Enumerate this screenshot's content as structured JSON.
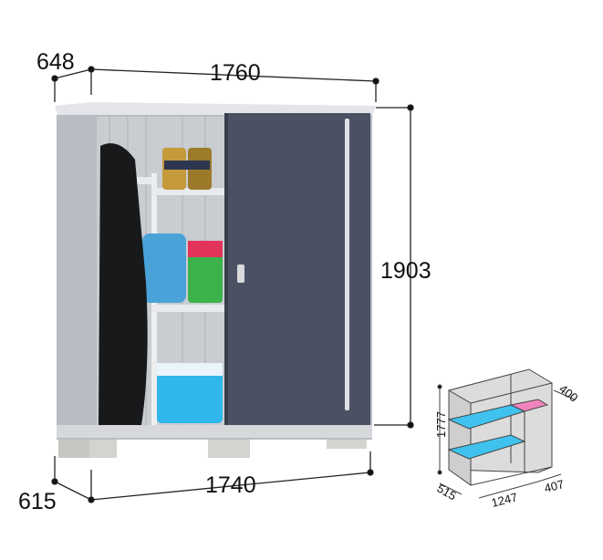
{
  "main_dimensions": {
    "depth_top": "648",
    "width_top": "1760",
    "height": "1903",
    "width_bottom": "1740",
    "depth_bottom": "615"
  },
  "interior_diagram": {
    "height": "1777",
    "shelf_depth": "400",
    "depth": "515",
    "width_main": "1247",
    "width_side": "407"
  },
  "colors": {
    "door": "#4b5163",
    "frame": "#b9bcc2",
    "shelf_blue": "#3fc3ee",
    "shelf_pink": "#f085bd"
  }
}
